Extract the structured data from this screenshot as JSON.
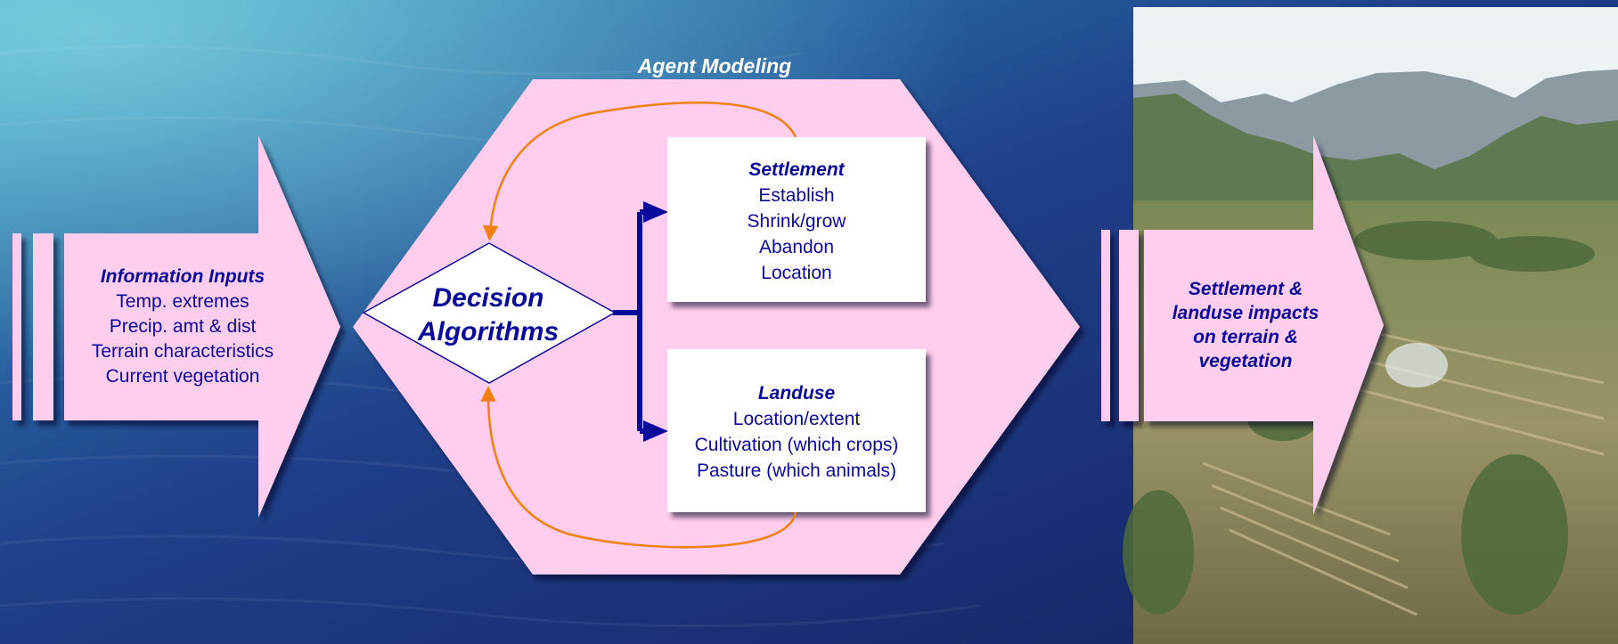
{
  "slide": {
    "colors": {
      "pink": "#ffcdee",
      "navy": "#0a0a9a",
      "orange": "#f08010",
      "water_light": "#3fa7c9",
      "water_dark": "#14205e",
      "white": "#ffffff"
    },
    "agent_modeling_title": "Agent Modeling",
    "inputs": {
      "title": "Information Inputs",
      "lines": [
        "Temp. extremes",
        "Precip. amt & dist",
        "Terrain characteristics",
        "Current vegetation"
      ]
    },
    "decision": {
      "lines": [
        "Decision",
        "Algorithms"
      ]
    },
    "settlement": {
      "title": "Settlement",
      "lines": [
        "Establish",
        "Shrink/grow",
        "Abandon",
        "Location"
      ]
    },
    "landuse": {
      "title": "Landuse",
      "lines": [
        "Location/extent",
        "Cultivation (which crops)",
        "Pasture (which animals)"
      ]
    },
    "impacts": {
      "lines": [
        "Settlement &",
        "landuse impacts",
        "on terrain &",
        "vegetation"
      ]
    },
    "photo": {
      "description_icon": "landscape-photo"
    }
  }
}
